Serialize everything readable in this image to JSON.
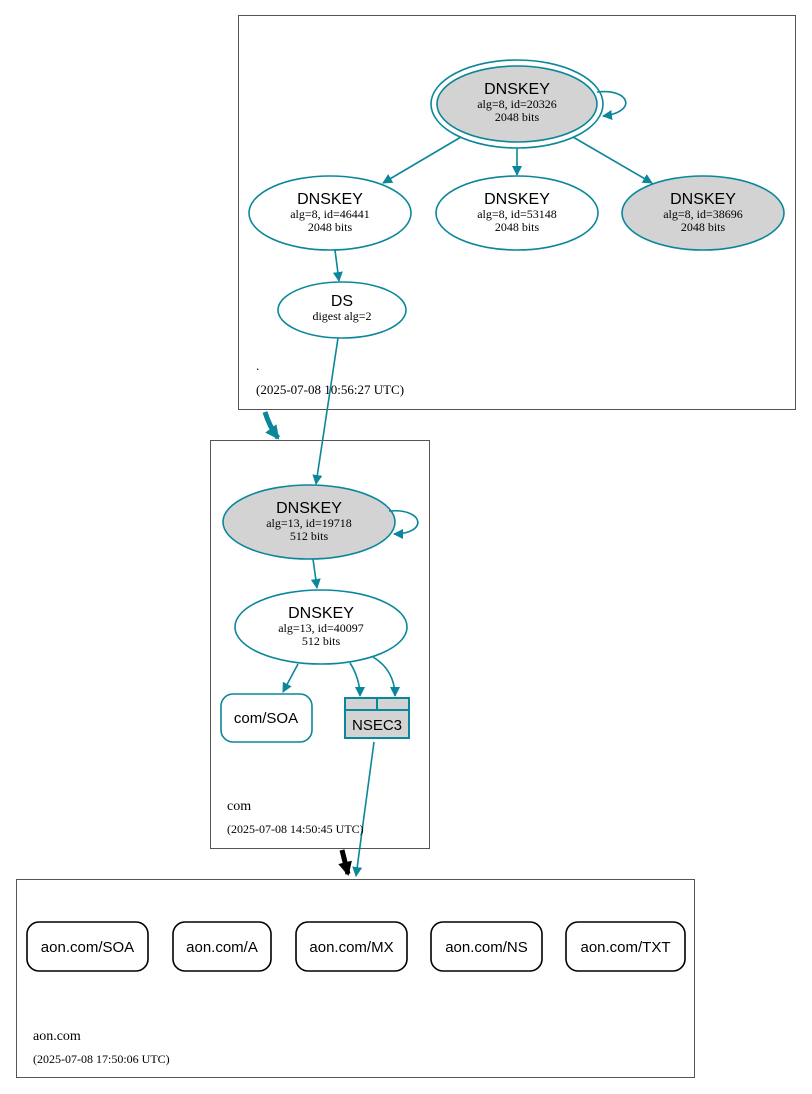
{
  "colors": {
    "teal": "#0a879a",
    "gray_fill": "#d3d3d3",
    "black": "#000000",
    "zone_border": "#555555"
  },
  "zones": {
    "root": {
      "name": ".",
      "timestamp": "(2025-07-08 10:56:27 UTC)"
    },
    "com": {
      "name": "com",
      "timestamp": "(2025-07-08 14:50:45 UTC)"
    },
    "aon": {
      "name": "aon.com",
      "timestamp": "(2025-07-08 17:50:06 UTC)"
    }
  },
  "nodes": {
    "root_ksk": {
      "title": "DNSKEY",
      "line1": "alg=8, id=20326",
      "line2": "2048 bits"
    },
    "root_zsk1": {
      "title": "DNSKEY",
      "line1": "alg=8, id=46441",
      "line2": "2048 bits"
    },
    "root_zsk2": {
      "title": "DNSKEY",
      "line1": "alg=8, id=53148",
      "line2": "2048 bits"
    },
    "root_zsk3": {
      "title": "DNSKEY",
      "line1": "alg=8, id=38696",
      "line2": "2048 bits"
    },
    "ds": {
      "title": "DS",
      "line1": "digest alg=2"
    },
    "com_ksk": {
      "title": "DNSKEY",
      "line1": "alg=13, id=19718",
      "line2": "512 bits"
    },
    "com_zsk": {
      "title": "DNSKEY",
      "line1": "alg=13, id=40097",
      "line2": "512 bits"
    },
    "com_soa": {
      "label": "com/SOA"
    },
    "nsec3": {
      "label": "NSEC3"
    }
  },
  "records": [
    {
      "label": "aon.com/SOA"
    },
    {
      "label": "aon.com/A"
    },
    {
      "label": "aon.com/MX"
    },
    {
      "label": "aon.com/NS"
    },
    {
      "label": "aon.com/TXT"
    }
  ]
}
